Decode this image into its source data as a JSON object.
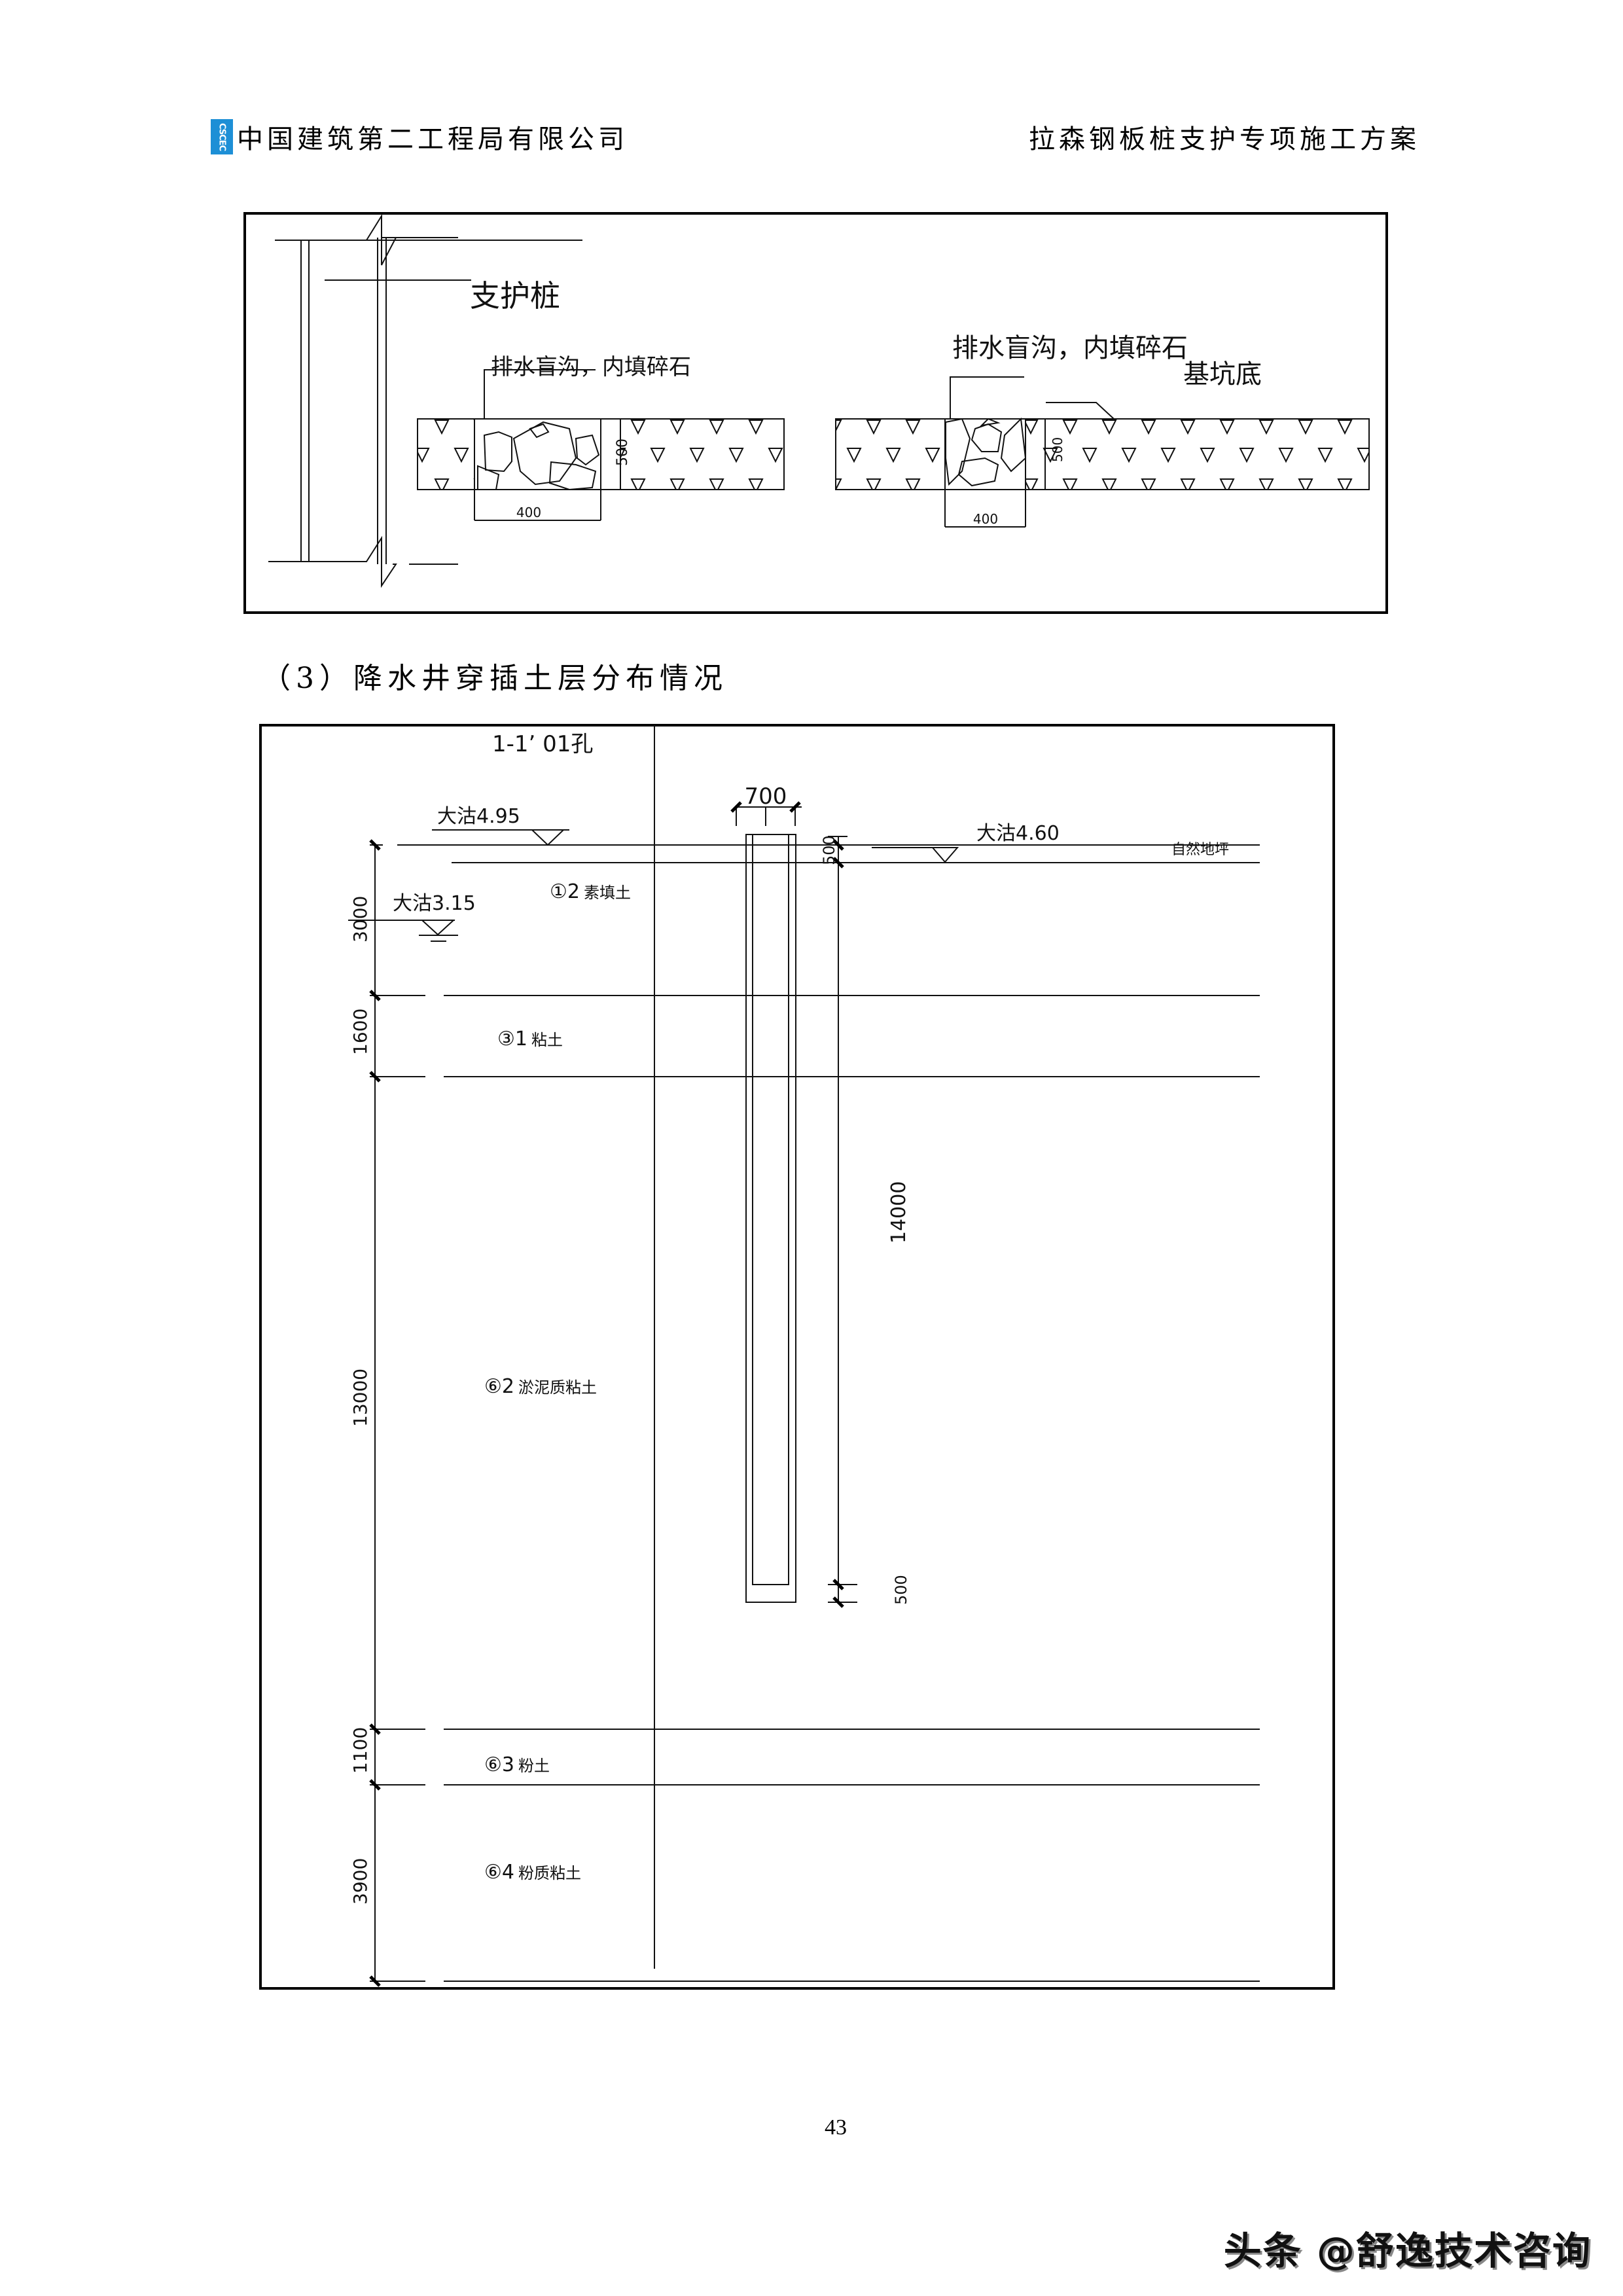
{
  "header": {
    "logo_text": "CSCEC",
    "company": "中国建筑第二工程局有限公司",
    "document_title": "拉森钢板桩支护专项施工方案"
  },
  "figure1": {
    "pile_label": "支护桩",
    "left_ditch_label": "排水盲沟，内填碎石",
    "right_ditch_label": "排水盲沟，内填碎石",
    "pit_bottom_label": "基坑底",
    "left_width_dim": "400",
    "left_height_dim": "500",
    "right_width_dim": "400",
    "right_height_dim": "500"
  },
  "section": {
    "title": "（3）降水井穿插土层分布情况"
  },
  "figure2": {
    "section_label": "1-1’ 01孔",
    "well_width_dim": "700",
    "elevation_top_left": "大沽4.95",
    "elevation_water": "大沽3.15",
    "elevation_top_right": "大沽4.60",
    "natural_ground_label": "自然地坪",
    "well_top_offset_dim": "500",
    "well_depth_dim": "14000",
    "well_bottom_dim": "500",
    "layers": [
      {
        "code": "①2",
        "name": "素填土",
        "thickness": "3000"
      },
      {
        "code": "③1",
        "name": "粘土",
        "thickness": "1600"
      },
      {
        "code": "⑥2",
        "name": "淤泥质粘土",
        "thickness": "13000"
      },
      {
        "code": "⑥3",
        "name": "粉土",
        "thickness": "1100"
      },
      {
        "code": "⑥4",
        "name": "粉质粘土",
        "thickness": "3900"
      }
    ]
  },
  "footer": {
    "page_number": "43",
    "watermark": "头条 @舒逸技术咨询"
  }
}
